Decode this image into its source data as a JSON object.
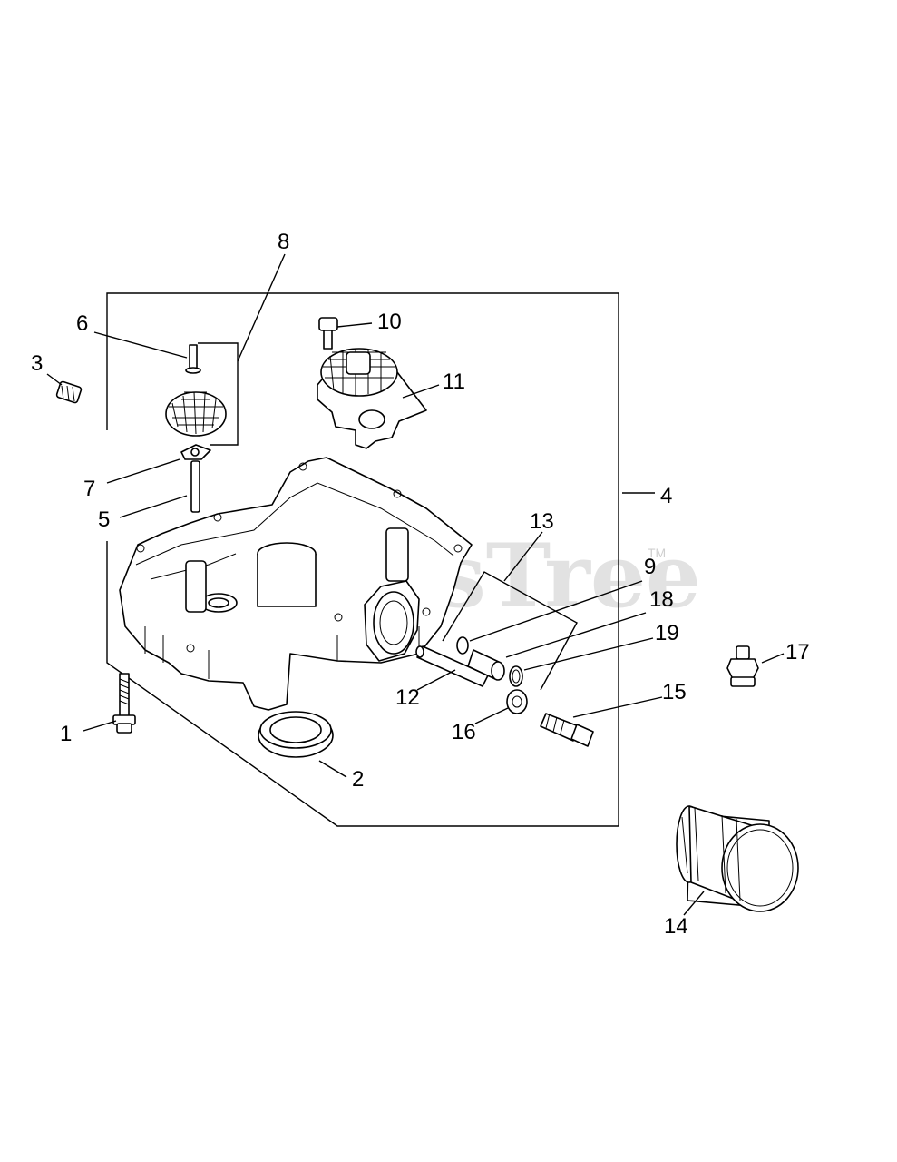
{
  "watermark": {
    "text": "PartsTree",
    "trademark": "TM"
  },
  "callouts": [
    {
      "id": "1",
      "label": "1"
    },
    {
      "id": "2",
      "label": "2"
    },
    {
      "id": "3",
      "label": "3"
    },
    {
      "id": "4",
      "label": "4"
    },
    {
      "id": "5",
      "label": "5"
    },
    {
      "id": "6",
      "label": "6"
    },
    {
      "id": "7",
      "label": "7"
    },
    {
      "id": "8",
      "label": "8"
    },
    {
      "id": "9",
      "label": "9"
    },
    {
      "id": "10",
      "label": "10"
    },
    {
      "id": "11",
      "label": "11"
    },
    {
      "id": "12",
      "label": "12"
    },
    {
      "id": "13",
      "label": "13"
    },
    {
      "id": "14",
      "label": "14"
    },
    {
      "id": "15",
      "label": "15"
    },
    {
      "id": "16",
      "label": "16"
    },
    {
      "id": "17",
      "label": "17"
    },
    {
      "id": "18",
      "label": "18"
    },
    {
      "id": "19",
      "label": "19"
    }
  ]
}
